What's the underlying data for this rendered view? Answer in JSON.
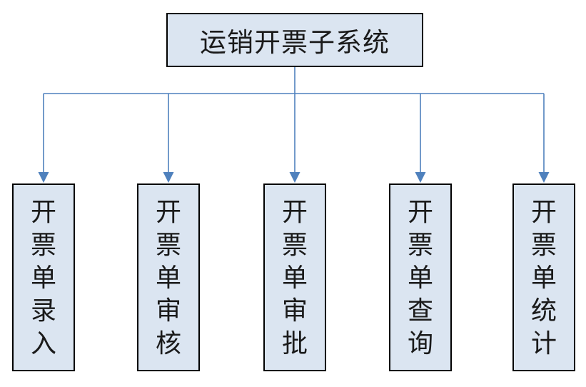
{
  "diagram": {
    "type": "hierarchy-flowchart",
    "root": {
      "label": "运销开票子系统"
    },
    "children": [
      {
        "label": "开票单录入"
      },
      {
        "label": "开票单审核"
      },
      {
        "label": "开票单审批"
      },
      {
        "label": "开票单查询"
      },
      {
        "label": "开票单统计"
      }
    ],
    "edges": [
      {
        "from": "运销开票子系统",
        "to": "开票单录入"
      },
      {
        "from": "运销开票子系统",
        "to": "开票单审核"
      },
      {
        "from": "运销开票子系统",
        "to": "开票单审批"
      },
      {
        "from": "运销开票子系统",
        "to": "开票单查询"
      },
      {
        "from": "运销开票子系统",
        "to": "开票单统计"
      }
    ]
  },
  "colors": {
    "connector_blue": "#4f81bd",
    "node_fill": "#dbe5f1",
    "node_border": "#000000",
    "background": "#ffffff"
  }
}
